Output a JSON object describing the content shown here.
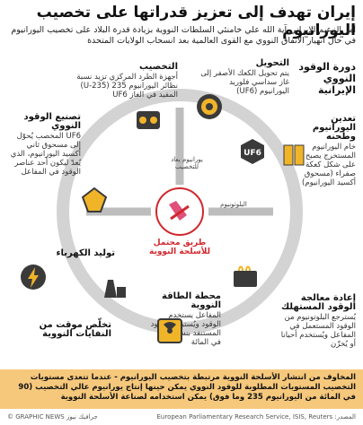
{
  "title": "إيران تهدف إلى تعزيز قدراتها على تخصيب اليورانيوم",
  "intro": "أمر الزعيم الإيراني آية الله علي خامنئي السلطات النووية بزيادة قدرة البلاد على تخصيب اليورانيوم في حال انهيار الاتفاق النووي مع القوى العالمية بعد انسحاب الولايات المتحدة",
  "cycle_title": "دورة الوقود النووي الإيرانية",
  "stages": {
    "mining": {
      "heading": "تعدين اليورانيوم وطحنه",
      "body": "خام اليورانيوم المستخرج يصبح على شكل كعكة صفراء (مسحوق أكسيد اليورانيوم)"
    },
    "conversion": {
      "heading": "التحويل",
      "body": "يتم تحويل الكعك الأصفر إلى غاز سداسي فلوريد اليورانيوم (UF6)"
    },
    "enrichment": {
      "heading": "التخصيب",
      "body": "أجهزة الطرد المركزي تزيد نسبة نظائر اليورانيوم 235 (U-235) المفيد في الغاز UF6"
    },
    "fabrication": {
      "heading": "تصنيع الوقود النووي",
      "body": "UF6 المخصب يُحوّل إلى مسحوق ثاني أكسيد اليورانيوم، الذي يُعدّ ليكون أحد عناصر الوقود في المفاعل"
    },
    "electricity": {
      "heading": "توليد الكهرباء",
      "body": ""
    },
    "power_station": {
      "heading": "محطة الطاقة النووية",
      "body": "المفاعل يستخدم الوقود ويُستبدل الوقود المستنفد بنسبة ثلاثة في المائة"
    },
    "disposal": {
      "heading": "تخلّص موقت من النفايات النووية",
      "body": ""
    },
    "reprocessing": {
      "heading": "إعادة معالجة الوقود المستهلك",
      "body": "يُسترجع البلوتونيوم من الوقود المستعمل في المفاعل ويُستخدم أحيانا أو يُخزّن"
    }
  },
  "annotations": {
    "uranium_for_enrichment": "يورانيوم يعاد للتخصيب",
    "plutonium": "البلوتونيوم",
    "weapons_path": "طريق محتمل للأسلحة النووية",
    "uf6_icon": "UF6"
  },
  "footer": "المخاوف من انتشار الأسلحة النووية مرتبطة بتخصيب اليورانيوم - عندما تتعدى مستويات التخصيب المستويات المطلوبة للوقود النووي يمكن حينها إنتاج يورانيوم عالي التخصيب (90 في المائة من اليورانيوم 235 وما فوق) يمكن استخدامه لصناعة الأسلحة النووية",
  "source": "المصدر: European Parliamentary Research Service, ISIS, Reuters",
  "credit": "© GRAPHIC NEWS جرافيك نيوز",
  "colors": {
    "ring": "#c9c9c9",
    "arrow": "#8a8a8a",
    "accent_red": "#d0282d",
    "footer_bg": "#f6c87c",
    "icon_dark": "#3a3a3a",
    "icon_yellow": "#f0b429"
  }
}
